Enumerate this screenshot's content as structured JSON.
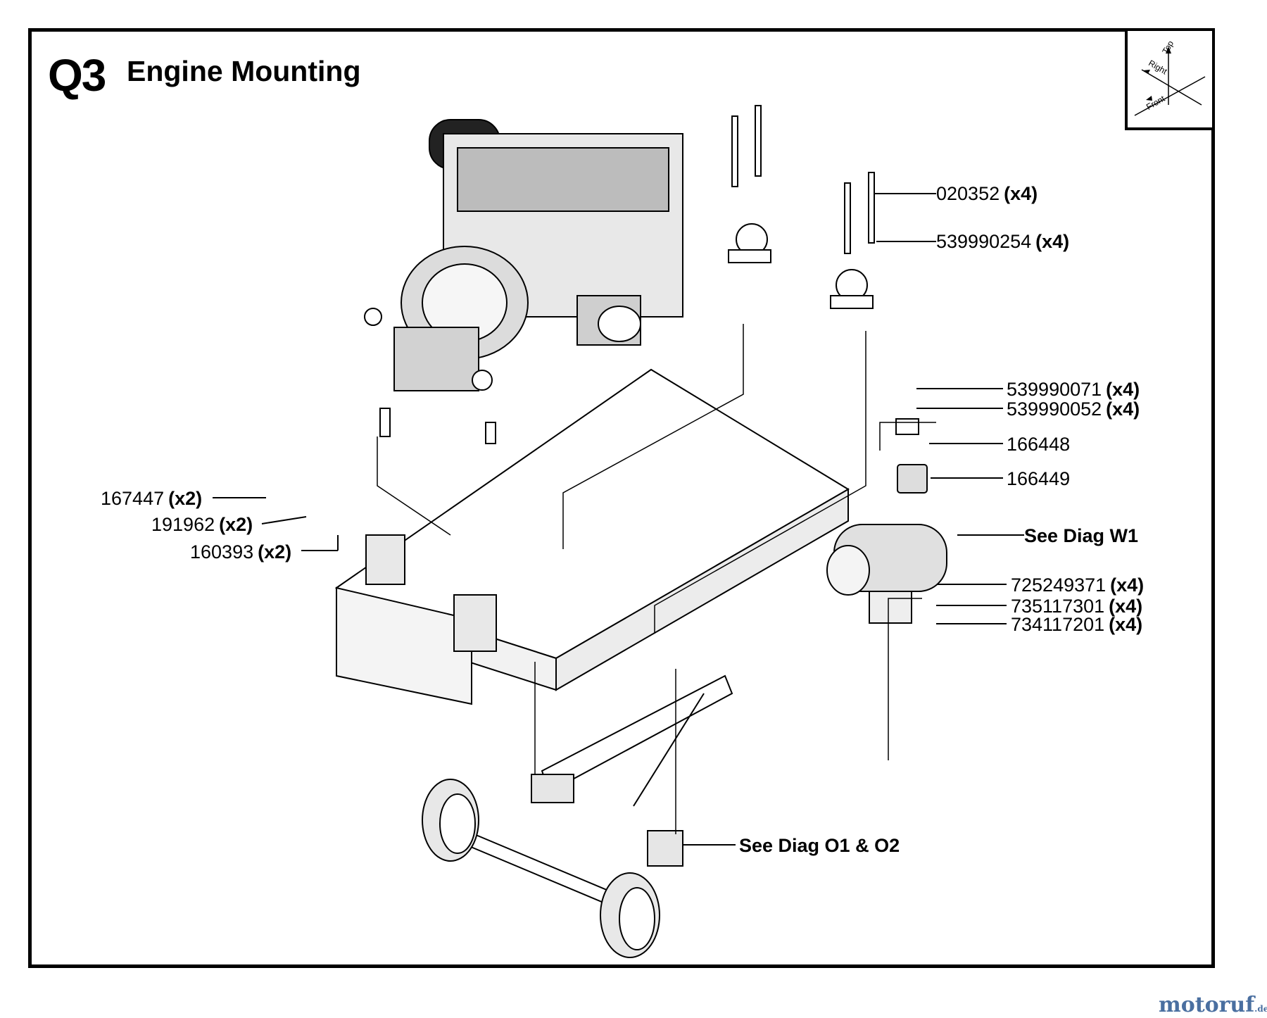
{
  "header": {
    "code": "Q3",
    "title": "Engine Mounting"
  },
  "orientation": {
    "top": "Top",
    "right": "Right",
    "front": "Front"
  },
  "callouts": [
    {
      "id": "c-020352",
      "part": "020352",
      "qty": "(x4)"
    },
    {
      "id": "c-539990254",
      "part": "539990254",
      "qty": "(x4)"
    },
    {
      "id": "c-539990071",
      "part": "539990071",
      "qty": "(x4)"
    },
    {
      "id": "c-539990052",
      "part": "539990052",
      "qty": "(x4)"
    },
    {
      "id": "c-166448",
      "part": "166448",
      "qty": ""
    },
    {
      "id": "c-166449",
      "part": "166449",
      "qty": ""
    },
    {
      "id": "c-see-w1",
      "part": "See Diag W1",
      "qty": ""
    },
    {
      "id": "c-725249371",
      "part": "725249371",
      "qty": "(x4)"
    },
    {
      "id": "c-735117301",
      "part": "735117301",
      "qty": "(x4)"
    },
    {
      "id": "c-734117201",
      "part": "734117201",
      "qty": "(x4)"
    },
    {
      "id": "c-167447",
      "part": "167447",
      "qty": "(x2)"
    },
    {
      "id": "c-191962",
      "part": "191962",
      "qty": "(x2)"
    },
    {
      "id": "c-160393",
      "part": "160393",
      "qty": "(x2)"
    },
    {
      "id": "c-see-o1o2",
      "part": "See Diag O1 & O2",
      "qty": ""
    }
  ],
  "watermark": {
    "brand": "motoruf",
    "suffix": ".de"
  }
}
